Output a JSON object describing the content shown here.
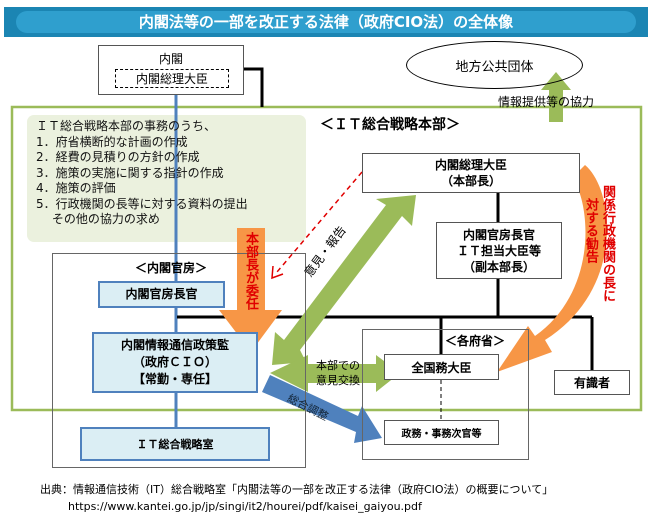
{
  "title": "内閣法等の一部を改正する法律（政府CIO法）の全体像",
  "cabinet": {
    "label": "内閣",
    "inner": "内閣総理大臣"
  },
  "local_gov": {
    "label": "地方公共団体",
    "arrow_label": "情報提供等の協力"
  },
  "headquarters": {
    "header": "＜ＩＴ総合戦略本部＞",
    "notes": [
      "ＩＴ総合戦略本部の事務のうち、",
      "1．府省横断的な計画の作成",
      "2．経費の見積りの方針の作成",
      "3．施策の実施に関する指針の作成",
      "4．施策の評価",
      "5．行政機関の長等に対する資料の提出",
      "　 その他の協力の求め"
    ],
    "chief": [
      "内閣総理大臣",
      "（本部長）"
    ],
    "deputy": [
      "内閣官房長官",
      "ＩＴ担当大臣等",
      "（副本部長）"
    ]
  },
  "cabinet_secretariat": {
    "header": "＜内閣官房＞",
    "chief_secretary": "内閣官房長官",
    "cio": [
      "内閣情報通信政策監",
      "（政府ＣＩＯ）",
      "【常勤・専任】"
    ],
    "office": "ＩＴ総合戦略室"
  },
  "ministries": {
    "header": "＜各府省＞",
    "ministers": "全国務大臣",
    "vice": "政務・事務次官等"
  },
  "experts": "有識者",
  "arrows": {
    "delegation": "本部長が委任",
    "opinion_report": "意見・報告",
    "exchange": [
      "本部での",
      "意見交換"
    ],
    "coordination": "総合調整",
    "recommendation": [
      "関係行政機関の長に",
      "対する勧告"
    ]
  },
  "source": {
    "text": "出典：情報通信技術（IT）総合戦略室「内閣法等の一部を改正する法律（政府CIO法）の概要について」",
    "url": "https://www.kantei.go.jp/jp/singi/it2/hourei/pdf/kaisei_gaiyou.pdf"
  },
  "colors": {
    "title": "#1b85b3",
    "green": "#9bbb59",
    "orange": "#f79646",
    "blue": "#4f81bd",
    "red": "#e00000"
  }
}
